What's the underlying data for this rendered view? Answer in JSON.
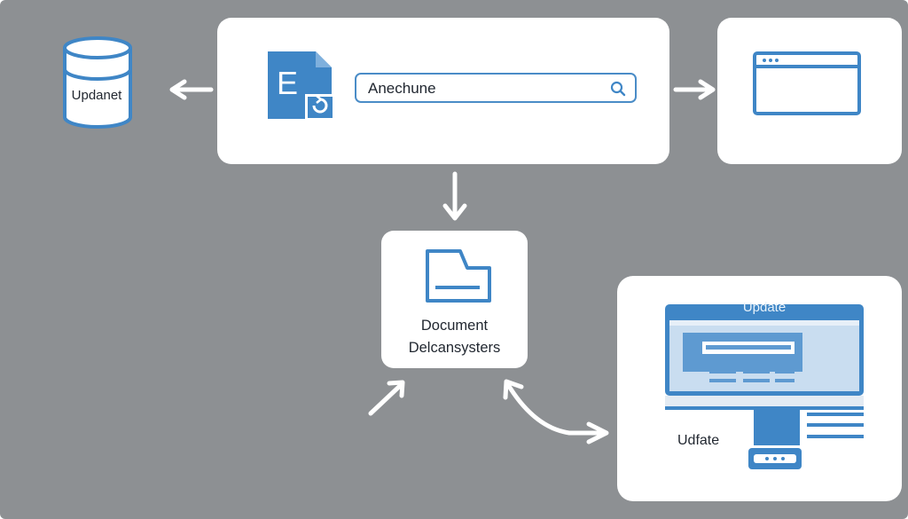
{
  "database": {
    "label": "Updanet"
  },
  "search": {
    "value": "Anechune"
  },
  "document": {
    "title": "Document",
    "subtitle": "Delcansysters"
  },
  "monitor": {
    "header_label": "Update",
    "caption": "Udfate"
  },
  "app_icon": {
    "letter": "E"
  },
  "colors": {
    "background": "#8d9093",
    "accent": "#3f86c6",
    "card": "#ffffff",
    "arrow": "#ffffff"
  },
  "icons": [
    "database-icon",
    "app-e-icon",
    "search-icon",
    "browser-window-icon",
    "document-icon",
    "monitor-icon"
  ]
}
